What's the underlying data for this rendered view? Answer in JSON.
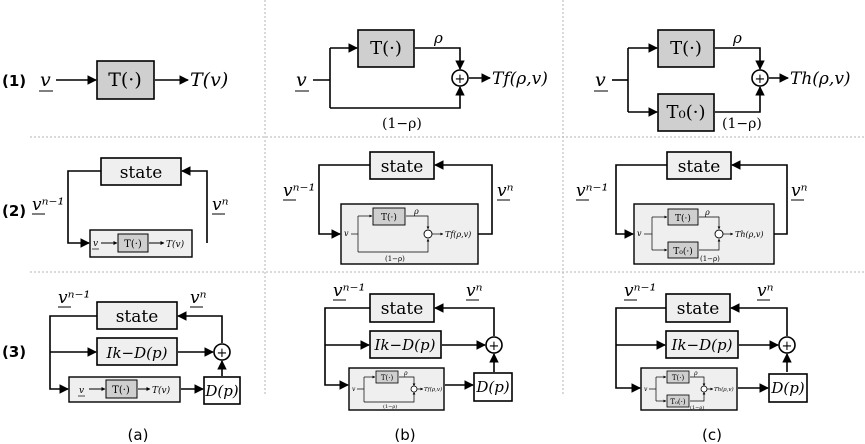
{
  "row_labels": [
    "(1)",
    "(2)",
    "(3)"
  ],
  "column_labels": [
    "(a)",
    "(b)",
    "(c)"
  ],
  "symbols": {
    "input_v": "v",
    "operator": "T(·)",
    "operator_base": "T₀(·)",
    "output_a": "T(v)",
    "output_b": "Tf(ρ,v)",
    "output_c": "Th(ρ,v)",
    "rho": "ρ",
    "one_minus_rho": "(1−ρ)",
    "state": "state",
    "v_prev": "vⁿ⁻¹",
    "v_next": "vⁿ",
    "ik_minus_d": "Ik−D(p)",
    "d_p": "D(p)",
    "plus": "+"
  }
}
